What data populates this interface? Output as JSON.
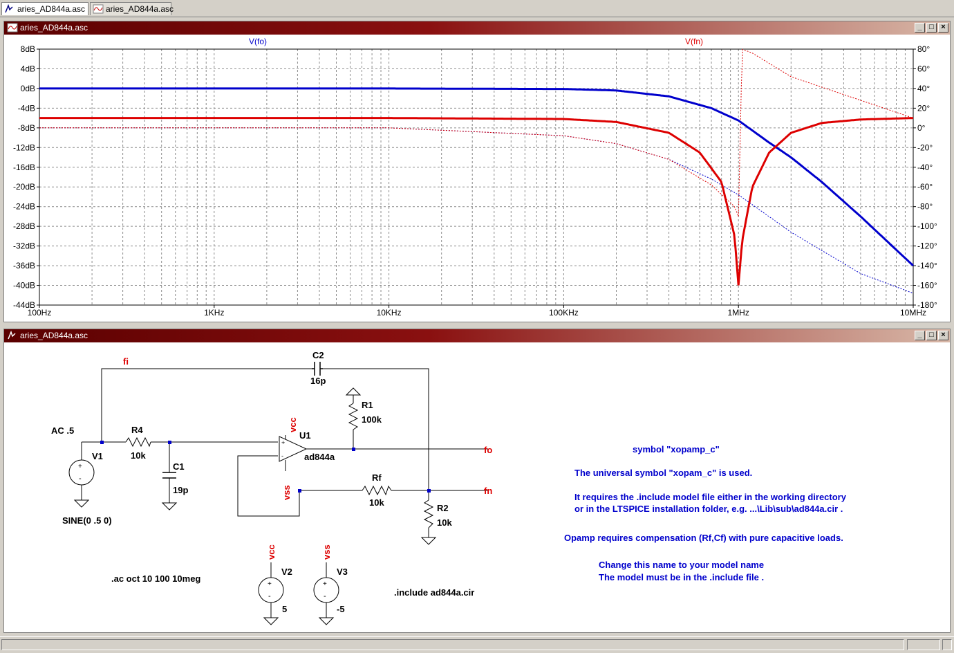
{
  "tabs": [
    {
      "label": "aries_AD844a.asc",
      "icon": "schematic-icon"
    },
    {
      "label": "aries_AD844a.asc",
      "icon": "waveform-icon"
    }
  ],
  "plot_window": {
    "title": "aries_AD844a.asc",
    "buttons": {
      "minimize": "_",
      "restore": "□",
      "close": "×"
    }
  },
  "schematic_window": {
    "title": "aries_AD844a.asc",
    "buttons": {
      "minimize": "_",
      "restore": "□",
      "close": "×"
    }
  },
  "chart_data": {
    "type": "line",
    "x_scale": "log",
    "xlim": [
      100,
      10000000
    ],
    "x_tick_labels": [
      "100Hz",
      "1KHz",
      "10KHz",
      "100KHz",
      "1MHz",
      "10MHz"
    ],
    "ylim_left": [
      -44,
      8
    ],
    "y_left_tick_labels": [
      "8dB",
      "4dB",
      "0dB",
      "-4dB",
      "-8dB",
      "-12dB",
      "-16dB",
      "-20dB",
      "-24dB",
      "-28dB",
      "-32dB",
      "-36dB",
      "-40dB",
      "-44dB"
    ],
    "ylim_right": [
      -180,
      80
    ],
    "y_right_tick_labels": [
      "80°",
      "60°",
      "40°",
      "20°",
      "0°",
      "-20°",
      "-40°",
      "-60°",
      "-80°",
      "-100°",
      "-120°",
      "-140°",
      "-160°",
      "-180°"
    ],
    "grid": true,
    "colors": {
      "fo": "#0000cc",
      "fn": "#dd0000"
    },
    "series": [
      {
        "name": "V(fo)",
        "magnitude_db": {
          "x": [
            100,
            10000,
            100000,
            200000,
            400000,
            700000,
            1000000,
            1500000,
            2000000,
            3000000,
            5000000,
            10000000
          ],
          "y": [
            0,
            0,
            -0.1,
            -0.4,
            -1.6,
            -4,
            -6.5,
            -11,
            -14,
            -19,
            -26,
            -36
          ]
        },
        "phase_deg": {
          "x": [
            100,
            10000,
            100000,
            200000,
            400000,
            700000,
            1000000,
            2000000,
            5000000,
            10000000
          ],
          "y": [
            0,
            0,
            -8,
            -16,
            -32,
            -52,
            -68,
            -106,
            -148,
            -168
          ]
        }
      },
      {
        "name": "V(fn)",
        "magnitude_db": {
          "x": [
            100,
            10000,
            100000,
            200000,
            400000,
            600000,
            800000,
            950000,
            1000000,
            1050000,
            1200000,
            1500000,
            2000000,
            3000000,
            5000000,
            10000000
          ],
          "y": [
            -6,
            -6,
            -6.2,
            -6.8,
            -9,
            -13,
            -19,
            -30,
            -40,
            -31,
            -20,
            -13,
            -9,
            -7,
            -6.3,
            -6
          ]
        },
        "phase_deg": {
          "x": [
            100,
            10000,
            100000,
            200000,
            400000,
            700000,
            950000,
            1000000,
            1050000,
            1200000,
            2000000,
            5000000,
            10000000
          ],
          "y": [
            0,
            0,
            -8,
            -16,
            -32,
            -58,
            -80,
            -90,
            80,
            76,
            52,
            28,
            10
          ]
        }
      }
    ]
  },
  "schematic": {
    "net_labels": {
      "fi": "fi",
      "fo": "fo",
      "fn": "fn",
      "vcc": "vcc",
      "vss": "vss"
    },
    "components": {
      "C2": {
        "name": "C2",
        "value": "16p"
      },
      "R1": {
        "name": "R1",
        "value": "100k"
      },
      "R4": {
        "name": "R4",
        "value": "10k"
      },
      "C1": {
        "name": "C1",
        "value": "19p"
      },
      "U1": {
        "name": "U1",
        "value": "ad844a"
      },
      "Rf": {
        "name": "Rf",
        "value": "10k"
      },
      "R2": {
        "name": "R2",
        "value": "10k"
      },
      "V1": {
        "name": "V1",
        "ac": "AC .5",
        "value": "SINE(0 .5 0)"
      },
      "V2": {
        "name": "V2",
        "value": "5"
      },
      "V3": {
        "name": "V3",
        "value": "-5"
      }
    },
    "directives": {
      "ac": ".ac oct 10 100 10meg",
      "include": ".include ad844a.cir"
    },
    "comments": [
      "symbol \"xopamp_c\"",
      "The universal symbol \"xopam_c\" is used.",
      "It requires the .include model file either in the working directory",
      "or in the LTSPICE installation folder, e.g.  ...\\Lib\\sub\\ad844a.cir .",
      "Opamp requires compensation (Rf,Cf) with pure capacitive loads.",
      "Change this name to your model name",
      "The model must be in the .include file ."
    ]
  }
}
